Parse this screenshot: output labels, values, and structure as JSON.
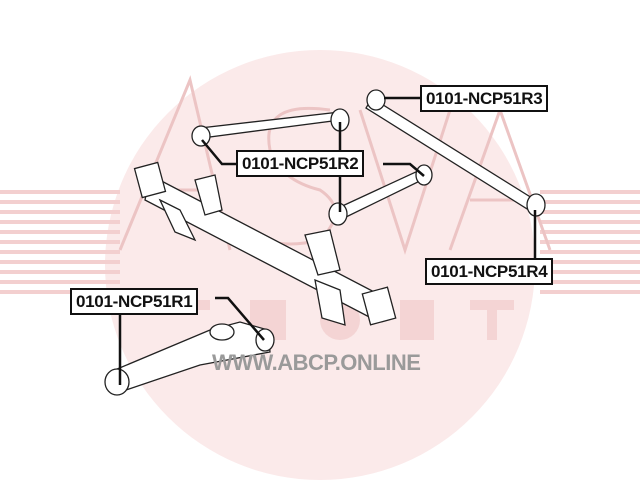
{
  "watermark": {
    "brand": "ASVA",
    "sub": "SPORT",
    "url": "WWW.ABCP.ONLINE",
    "color": "#f2c8c8"
  },
  "labels": {
    "r1": "0101-NCP51R1",
    "r2": "0101-NCP51R2",
    "r3": "0101-NCP51R3",
    "r4": "0101-NCP51R4"
  }
}
